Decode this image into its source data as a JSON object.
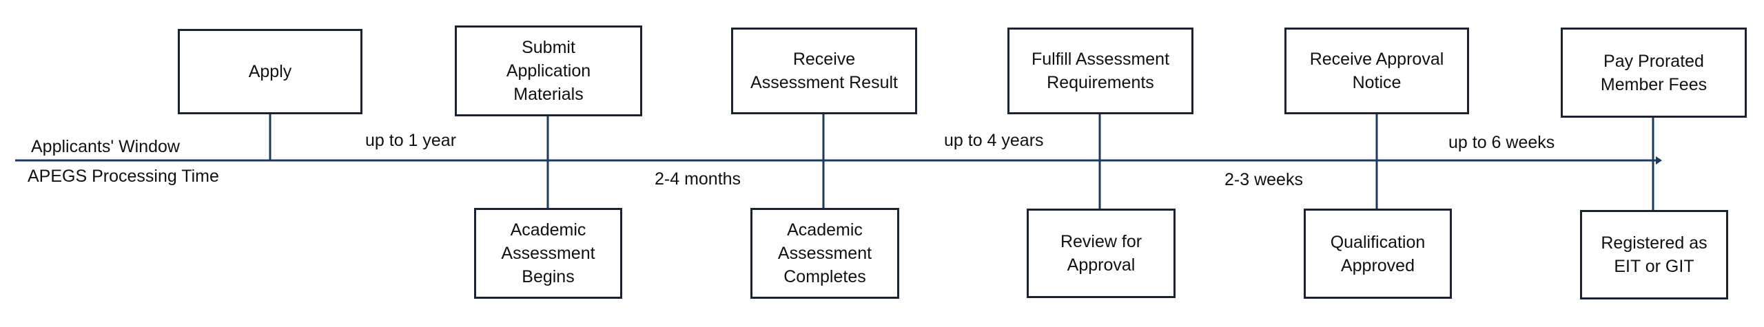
{
  "colors": {
    "line": "#1c3a5e",
    "box_border": "#1c2230",
    "text": "#111111"
  },
  "timeline": {
    "applicants_label": "Applicants' Window",
    "processing_label": "APEGS Processing Time"
  },
  "steps_top": [
    {
      "text": "Apply"
    },
    {
      "text": "Submit\nApplication\nMaterials"
    },
    {
      "text": "Receive\nAssessment Result"
    },
    {
      "text": "Fulfill Assessment\nRequirements"
    },
    {
      "text": "Receive Approval\nNotice"
    },
    {
      "text": "Pay Prorated\nMember Fees"
    }
  ],
  "steps_bottom": [
    {
      "text": "Academic\nAssessment\nBegins"
    },
    {
      "text": "Academic\nAssessment\nCompletes"
    },
    {
      "text": "Review for\nApproval"
    },
    {
      "text": "Qualification\nApproved"
    },
    {
      "text": "Registered as\nEIT or GIT"
    }
  ],
  "durations_above": [
    "up to 1 year",
    "up to 4 years",
    "up to 6 weeks"
  ],
  "durations_below": [
    "2-4 months",
    "2-3 weeks"
  ]
}
